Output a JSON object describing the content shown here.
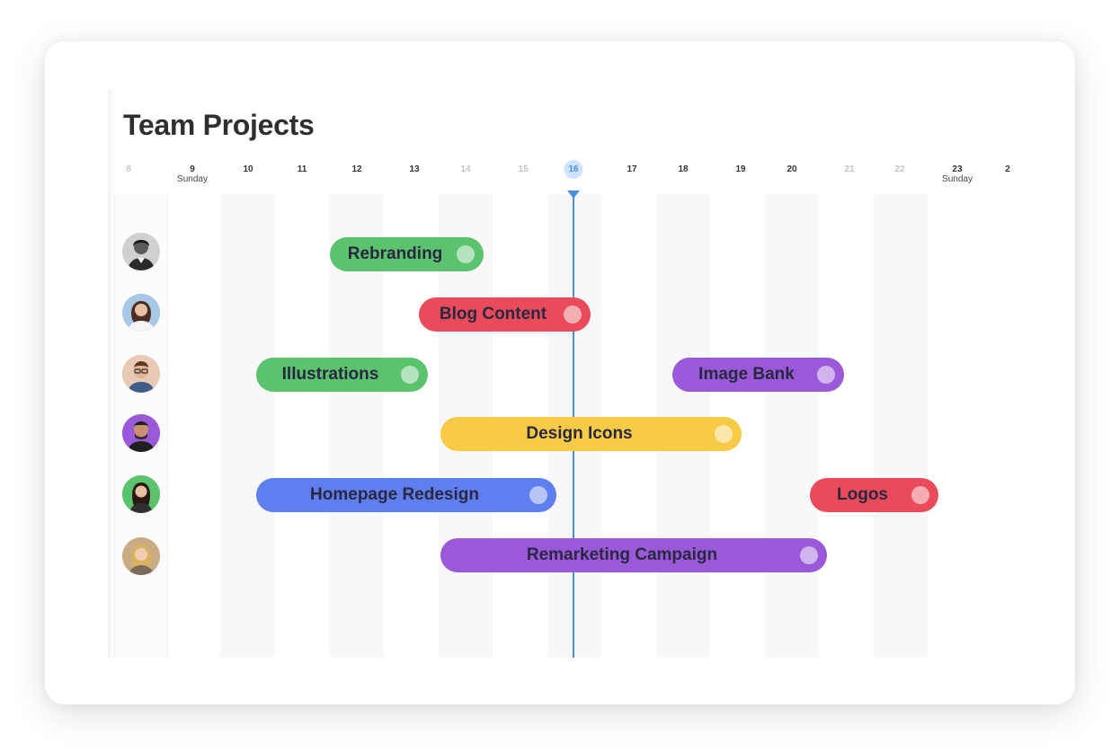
{
  "title": "Team Projects",
  "timeline": {
    "today": "16",
    "days": [
      {
        "num": "8",
        "sub": ""
      },
      {
        "num": "9",
        "sub": "Sunday"
      },
      {
        "num": "10",
        "sub": ""
      },
      {
        "num": "11",
        "sub": ""
      },
      {
        "num": "12",
        "sub": ""
      },
      {
        "num": "13",
        "sub": ""
      },
      {
        "num": "14",
        "sub": ""
      },
      {
        "num": "15",
        "sub": ""
      },
      {
        "num": "16",
        "sub": ""
      },
      {
        "num": "17",
        "sub": ""
      },
      {
        "num": "18",
        "sub": ""
      },
      {
        "num": "19",
        "sub": ""
      },
      {
        "num": "20",
        "sub": ""
      },
      {
        "num": "21",
        "sub": ""
      },
      {
        "num": "22",
        "sub": ""
      },
      {
        "num": "23",
        "sub": "Sunday"
      },
      {
        "num": "2",
        "sub": ""
      }
    ]
  },
  "tasks": [
    {
      "label": "Rebranding",
      "color": "#5bc26e"
    },
    {
      "label": "Blog Content",
      "color": "#e94b5b"
    },
    {
      "label": "Illustrations",
      "color": "#5bc26e"
    },
    {
      "label": "Image Bank",
      "color": "#9a59d8"
    },
    {
      "label": "Design Icons",
      "color": "#f7cb45"
    },
    {
      "label": "Homepage Redesign",
      "color": "#5f7ff0"
    },
    {
      "label": "Logos",
      "color": "#e94b5b"
    },
    {
      "label": "Remarketing Campaign",
      "color": "#9a59d8"
    }
  ],
  "colors": {
    "today": "#4a90e2",
    "green": "#5bc26e",
    "red": "#e94b5b",
    "purple": "#9a59d8",
    "yellow": "#f7cb45",
    "blue": "#5f7ff0"
  },
  "avatars": [
    {
      "icon": "person-avatar-icon",
      "bg": "#d9d9d9"
    },
    {
      "icon": "person-avatar-icon",
      "bg": "#a8c6e6"
    },
    {
      "icon": "person-avatar-icon",
      "bg": "#e9c4a8"
    },
    {
      "icon": "person-avatar-icon",
      "bg": "#9a59d8"
    },
    {
      "icon": "person-avatar-icon",
      "bg": "#5bc26e"
    },
    {
      "icon": "person-avatar-icon",
      "bg": "#d8b48a"
    }
  ]
}
